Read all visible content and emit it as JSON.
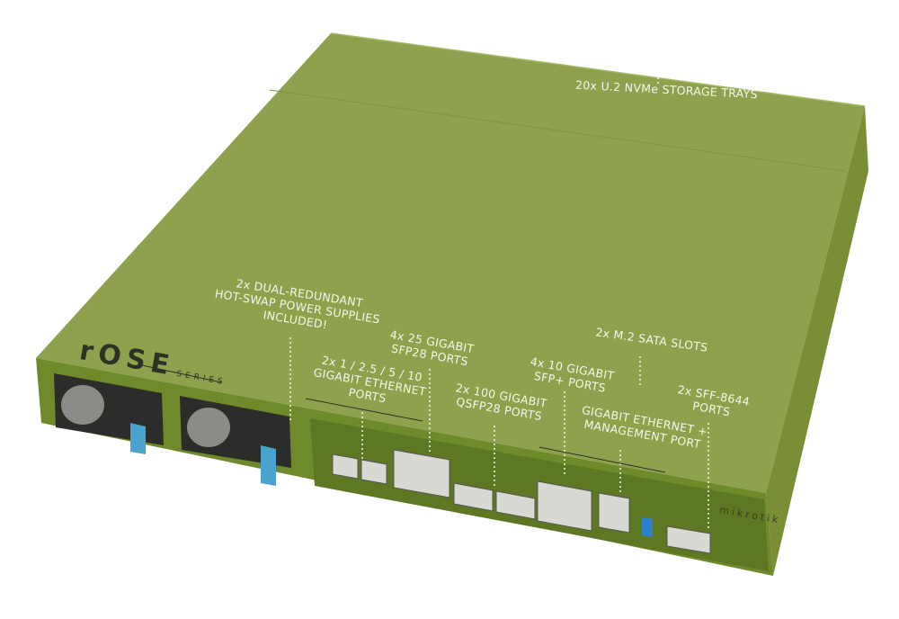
{
  "brand": {
    "logo": "rOSE",
    "series": "SERIES",
    "maker": "mikrotik"
  },
  "colors": {
    "chassis_top": "#8fa34e",
    "chassis_front": "#6f8a2c",
    "label_text": "#f4f6ea",
    "psu_tab": "#4aa3cf"
  },
  "callouts": [
    {
      "id": "storage",
      "text": "20x U.2 NVMe STORAGE TRAYS"
    },
    {
      "id": "psu",
      "text": "2x DUAL-REDUNDANT\nHOT-SWAP POWER SUPPLIES\nINCLUDED!"
    },
    {
      "id": "sfp28",
      "text": "4x 25 GIGABIT\nSFP28 PORTS"
    },
    {
      "id": "ethernet",
      "text": "2x 1 / 2.5 / 5 / 10\nGIGABIT ETHERNET\nPORTS"
    },
    {
      "id": "qsfp28",
      "text": "2x 100 GIGABIT\nQSFP28 PORTS"
    },
    {
      "id": "sfpplus",
      "text": "4x 10 GIGABIT\nSFP+ PORTS"
    },
    {
      "id": "m2",
      "text": "2x M.2 SATA SLOTS"
    },
    {
      "id": "mgmt",
      "text": "GIGABIT ETHERNET +\nMANAGEMENT PORT"
    },
    {
      "id": "sff8644",
      "text": "2x SFF-8644\nPORTS"
    }
  ]
}
